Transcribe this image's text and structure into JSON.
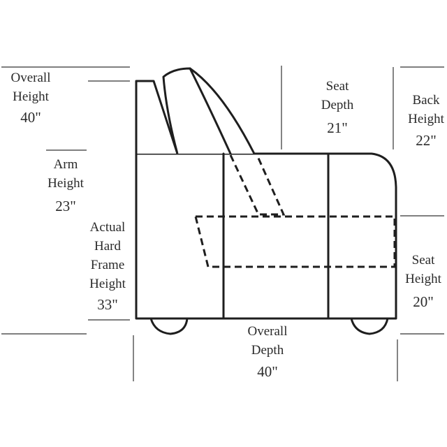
{
  "labels": {
    "overall_height": {
      "lines": [
        "Overall",
        "Height"
      ],
      "value": "40\""
    },
    "arm_height": {
      "lines": [
        "Arm",
        "Height"
      ],
      "value": "23\""
    },
    "frame_height": {
      "lines": [
        "Actual",
        "Hard",
        "Frame",
        "Height"
      ],
      "value": "33\""
    },
    "seat_depth": {
      "lines": [
        "Seat",
        "Depth"
      ],
      "value": "21\""
    },
    "back_height": {
      "lines": [
        "Back",
        "Height"
      ],
      "value": "22\""
    },
    "seat_height": {
      "lines": [
        "Seat",
        "Height"
      ],
      "value": "20\""
    },
    "overall_depth": {
      "lines": [
        "Overall",
        "Depth"
      ],
      "value": "40\""
    }
  },
  "colors": {
    "line": "#1e1e1e",
    "text": "#2a2a2a",
    "background": "#ffffff"
  }
}
